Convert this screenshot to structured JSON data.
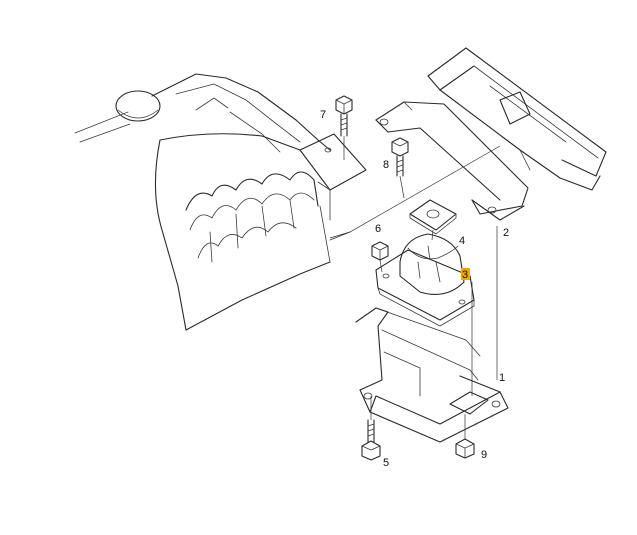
{
  "colors": {
    "background": "#ffffff",
    "line": "#2a2a2a",
    "highlight": "#f0a800"
  },
  "callouts": [
    {
      "id": "part-1",
      "label": "1"
    },
    {
      "id": "part-2",
      "label": "2"
    },
    {
      "id": "part-3",
      "label": "3",
      "highlighted": true
    },
    {
      "id": "part-4",
      "label": "4"
    },
    {
      "id": "part-5",
      "label": "5"
    },
    {
      "id": "part-6",
      "label": "6"
    },
    {
      "id": "part-7",
      "label": "7"
    },
    {
      "id": "part-8",
      "label": "8"
    },
    {
      "id": "part-9",
      "label": "9"
    }
  ]
}
